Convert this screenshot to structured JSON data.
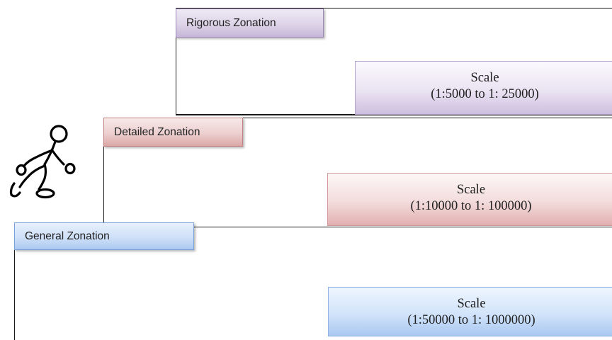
{
  "levels": [
    {
      "tab_label": "Rigorous Zonation",
      "scale_title": "Scale",
      "scale_range": "(1:5000 to 1: 25000)"
    },
    {
      "tab_label": "Detailed Zonation",
      "scale_title": "Scale",
      "scale_range": "(1:10000 to 1: 100000)"
    },
    {
      "tab_label": "General Zonation",
      "scale_title": "Scale",
      "scale_range": "(1:50000 to 1: 1000000)"
    }
  ],
  "colors": {
    "purple": "#ddd4e8",
    "red": "#edcfcf",
    "blue": "#cfe0f8",
    "line": "#1a1a1a"
  },
  "icons": {
    "climber": "stick-figure-climbing-icon"
  }
}
